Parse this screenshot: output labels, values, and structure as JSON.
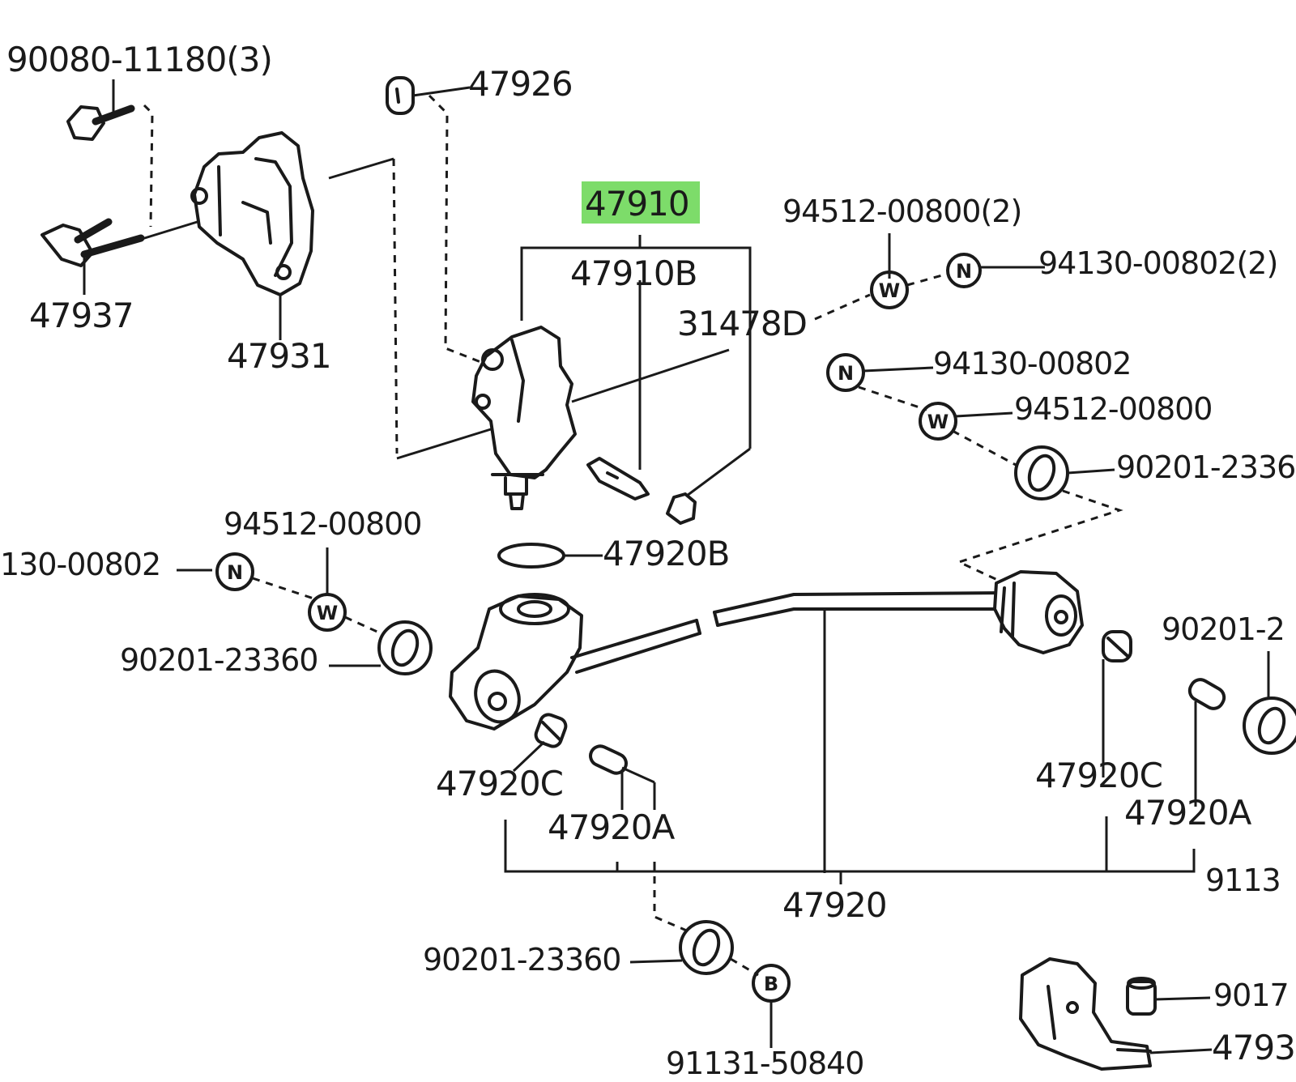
{
  "highlight_color": "#7ddc6a",
  "labels": {
    "bolt_top": "90080-11180(3)",
    "p47926": "47926",
    "p47910": "47910",
    "p47910b": "47910B",
    "p31478d": "31478D",
    "washer_top": "94512-00800(2)",
    "nut_top": "94130-00802(2)",
    "p47937": "47937",
    "p47931": "47931",
    "nut_right": "94130-00802",
    "washer_right": "94512-00800",
    "seal_right_top": "90201-2336",
    "washer_left": "94512-00800",
    "nut_left": "130-00802",
    "seal_left": "90201-23360",
    "p47920b": "47920B",
    "seal_right_mid": "90201-2",
    "p47920c_left": "47920C",
    "p47920a_left": "47920A",
    "p47920c_right": "47920C",
    "p47920a_right": "47920A",
    "p9113_right": "9113",
    "p47920": "47920",
    "seal_bottom": "90201-23360",
    "bolt_bottom": "91131-50840",
    "p9017_right": "9017",
    "p4793_right": "4793"
  },
  "glyphs": {
    "nut": "N",
    "washer": "W",
    "bolt": "B"
  }
}
